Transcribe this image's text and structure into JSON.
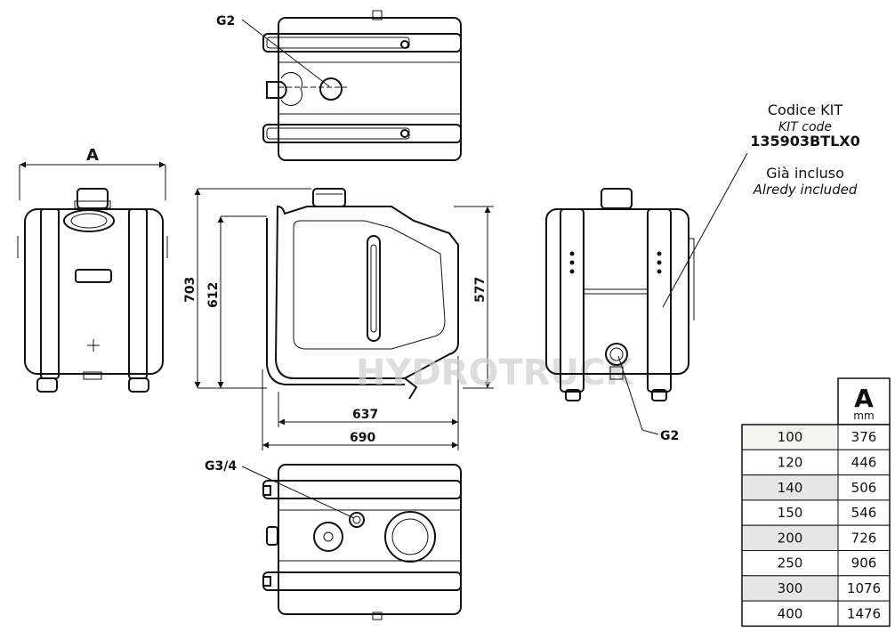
{
  "callouts": {
    "top_g2": "G2",
    "right_g2": "G2",
    "bottom_g34": "G3/4"
  },
  "dims": {
    "a": "A",
    "h703": "703",
    "h612": "612",
    "h577": "577",
    "w637": "637",
    "w690": "690"
  },
  "kit": {
    "line1": "Codice KIT",
    "line2": "KIT code",
    "line3": "135903BTLX0",
    "line4": "Già incluso",
    "line5": "Alredy included"
  },
  "watermark": "HYDROTRUCK",
  "table": {
    "header_a": "A",
    "header_unit": "mm",
    "rows": [
      {
        "code": "100",
        "a": "376"
      },
      {
        "code": "120",
        "a": "446"
      },
      {
        "code": "140",
        "a": "506"
      },
      {
        "code": "150",
        "a": "546"
      },
      {
        "code": "200",
        "a": "726"
      },
      {
        "code": "250",
        "a": "906"
      },
      {
        "code": "300",
        "a": "1076"
      },
      {
        "code": "400",
        "a": "1476"
      }
    ]
  }
}
